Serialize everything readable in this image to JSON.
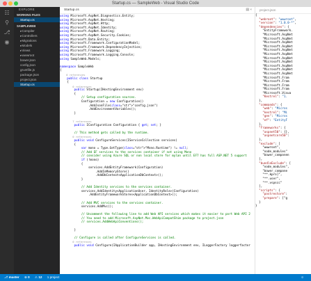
{
  "window": {
    "title": "Startup.cs — SampleWeb - Visual Studio Code"
  },
  "activity_icons": [
    "files-icon",
    "search-icon",
    "git-icon",
    "debug-icon"
  ],
  "sidebar": {
    "header": "EXPLORE",
    "working_files_label": "WORKING FILES",
    "working_files": [
      "Startup.cs"
    ],
    "project_label": "SAMPLEWEB",
    "items": [
      "Compiler",
      "Controllers",
      "Migrations",
      "Models",
      "Views",
      "wwwroot",
      "bower.json",
      "config.json",
      "gruntfile.js",
      "package.json",
      "project.json",
      "Startup.cs"
    ]
  },
  "editor": {
    "tab": "Startup.cs",
    "lines": [
      "using Microsoft.AspNet.Diagnostics.Entity;",
      "using Microsoft.AspNet.Hosting;",
      "using Microsoft.AspNet.Http;",
      "using Microsoft.AspNet.Identity;",
      "using Microsoft.AspNet.Routing;",
      "using Microsoft.AspNet.Security.Cookies;",
      "using Microsoft.Data.Entity;",
      "using Microsoft.Framework.ConfigurationModel;",
      "using Microsoft.Framework.DependencyInjection;",
      "using Microsoft.Framework.Logging;",
      "using Microsoft.Framework.Logging.Console;",
      "using SampleWeb.Models;",
      "",
      "namespace SampleWeb",
      "{",
      "    0 references",
      "    public class Startup",
      "    {",
      "        0 references",
      "        public Startup(IHostingEnvironment env)",
      "        {",
      "            // Setup configuration sources.",
      "            Configuration = new Configuration()",
      "                .AddJsonFile(\"config.json\")",
      "                .AddEnvironmentVariables();",
      "        }",
      "",
      "        7 references",
      "        public IConfiguration Configuration { get; set; }",
      "",
      "        // This method gets called by the runtime.",
      "        0 references",
      "        public void ConfigureServices(IServiceCollection services)",
      "        {",
      "            var mono = Type.GetType(\"Mono.Runtime\") != null;",
      "            // Add EF services to the services container if not using Mono",
      "            // consider using Azure SQL or non local store for mylan until EF7 has full ASP.NET 5 support",
      "            if (!mono)",
      "            {",
      "                services.AddEntityFramework(Configuration)",
      "                    .AddInMemoryStore()",
      "                    .AddDbContext<ApplicationDbContext>();",
      "            }",
      "",
      "            // Add Identity services to the services container.",
      "            services.AddIdentity<ApplicationUser, IdentityRole>(Configuration)",
      "                .AddEntityFrameworkStores<ApplicationDbContext>();",
      "",
      "            // Add MVC services to the services container.",
      "            services.AddMvc();",
      "",
      "            // Uncomment the following line to add Web API services which makes it easier to port Web API 2",
      "            // You need to add Microsoft.AspNet.Mvc.WebApiCompatShim package to project.json",
      "            // services.AddWebApiConventions();",
      "",
      "        }",
      "",
      "        // Configure is called after ConfigureServices is called.",
      "        0 references",
      "        public void Configure(IApplicationBuilder app, IHostingEnvironment env, ILoggerFactory loggerfactor"
    ]
  },
  "json_panel": {
    "tab": "project.json",
    "lines": [
      "{",
      "  \"webroot\": \"wwwroot\",",
      "  \"version\": \"1.0.0-*\",",
      "  \"dependencies\": {",
      "    \"EntityFramework.",
      "    \"Microsoft.AspNet",
      "    \"Microsoft.AspNet",
      "    \"Microsoft.AspNet",
      "    \"Microsoft.AspNet",
      "    \"Microsoft.AspNet",
      "    \"Microsoft.AspNet",
      "    \"Microsoft.AspNet",
      "    \"Microsoft.AspNet",
      "    \"Microsoft.AspNet",
      "    \"Microsoft.AspNet",
      "    \"Microsoft.AspNet",
      "    \"Microsoft.Fram",
      "    \"Microsoft.Fram",
      "    \"Microsoft.Fram",
      "    \"Microsoft.Fram",
      "    \"Microsoft.Visua",
      "    \"Kestrel\": \"1.",
      "  },",
      "  \"commands\": {",
      "    \"web\": \"Micros",
      "    \"kestrel\": \"Mi",
      "    \"gen\": \"Micros",
      "    \"ef\": \"EntityF",
      "  },",
      "  \"frameworks\": {",
      "    \"aspnet50\": {},",
      "    \"aspnetcore50\":",
      "  },",
      "  \"exclude\": [",
      "    \"wwwroot\",",
      "    \"node_modules\"",
      "    \"bower_componen",
      "  ],",
      "  \"bundleExclude\": [",
      "    \"node_modules\",",
      "    \"bower_compone",
      "    \"**.kpro]\",",
      "    \"**.user\",",
      "    \"**.vspscc\"",
      "  ],",
      "  \"scripts\": {",
      "    \"postrestore\":",
      "    \"prepare\": [\"g",
      "  }",
      "}"
    ]
  },
  "status": {
    "branch": "master",
    "errors": "0",
    "warnings": "12",
    "project": "1 project"
  }
}
